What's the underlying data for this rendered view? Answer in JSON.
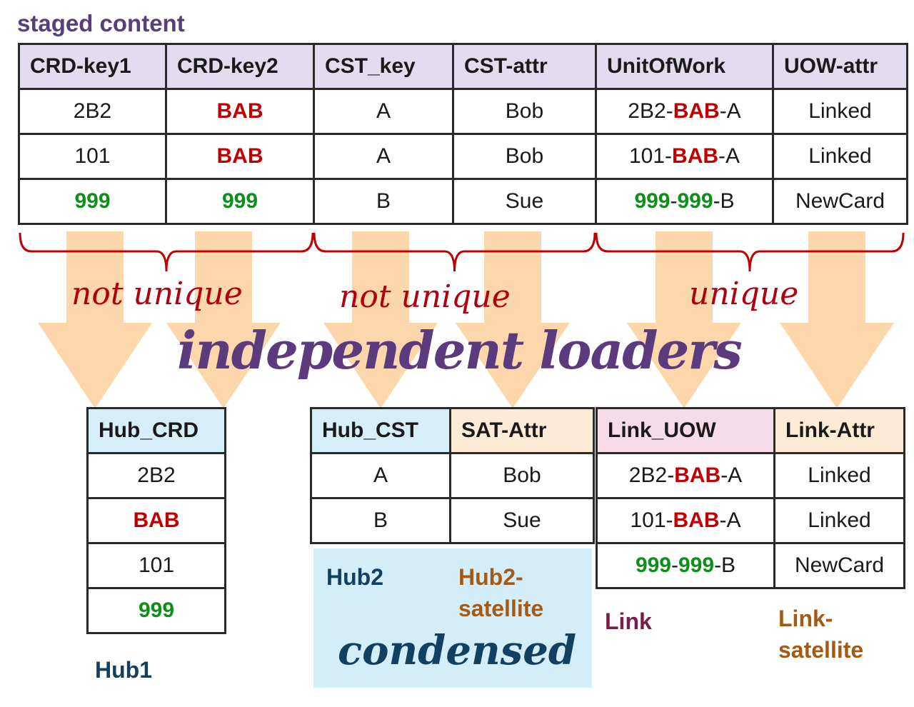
{
  "title": "staged content",
  "staged": {
    "headers": [
      "CRD-key1",
      "CRD-key2",
      "CST_key",
      "CST-attr",
      "UnitOfWork",
      "UOW-attr"
    ],
    "rows": [
      [
        {
          "t": "2B2"
        },
        {
          "t": "BAB",
          "c": "red"
        },
        {
          "t": "A"
        },
        {
          "t": "Bob"
        },
        {
          "parts": [
            [
              "2B2",
              ""
            ],
            [
              "-",
              ""
            ],
            [
              "BAB",
              "red"
            ],
            [
              "-A",
              ""
            ]
          ]
        },
        {
          "t": "Linked"
        }
      ],
      [
        {
          "t": "101"
        },
        {
          "t": "BAB",
          "c": "red"
        },
        {
          "t": "A"
        },
        {
          "t": "Bob"
        },
        {
          "parts": [
            [
              "101",
              ""
            ],
            [
              "-",
              ""
            ],
            [
              "BAB",
              "red"
            ],
            [
              "-A",
              ""
            ]
          ]
        },
        {
          "t": "Linked"
        }
      ],
      [
        {
          "t": "999",
          "c": "grn"
        },
        {
          "t": "999",
          "c": "grn"
        },
        {
          "t": "B"
        },
        {
          "t": "Sue"
        },
        {
          "parts": [
            [
              "999",
              "grn"
            ],
            [
              "-",
              ""
            ],
            [
              "999",
              "grn"
            ],
            [
              "-B",
              ""
            ]
          ]
        },
        {
          "t": "NewCard"
        }
      ]
    ]
  },
  "annotations": {
    "crd": "not unique",
    "cst": "not unique",
    "uow": "unique",
    "loaders": "independent loaders",
    "condensed": "condensed"
  },
  "hub_crd": {
    "header": "Hub_CRD",
    "rows": [
      {
        "t": "2B2"
      },
      {
        "t": "BAB",
        "c": "red"
      },
      {
        "t": "101"
      },
      {
        "t": "999",
        "c": "grn"
      }
    ],
    "label": "Hub1"
  },
  "hub_cst": {
    "headers": [
      "Hub_CST",
      "SAT-Attr"
    ],
    "rows": [
      [
        "A",
        "Bob"
      ],
      [
        "B",
        "Sue"
      ]
    ],
    "label": "Hub2",
    "sat_label_1": "Hub2-",
    "sat_label_2": "satellite"
  },
  "link": {
    "headers": [
      "Link_UOW",
      "Link-Attr"
    ],
    "rows": [
      [
        {
          "parts": [
            [
              "2B2",
              ""
            ],
            [
              "-",
              ""
            ],
            [
              "BAB",
              "red"
            ],
            [
              "-A",
              ""
            ]
          ]
        },
        {
          "t": "Linked"
        }
      ],
      [
        {
          "parts": [
            [
              "101",
              ""
            ],
            [
              "-",
              ""
            ],
            [
              "BAB",
              "red"
            ],
            [
              "-A",
              ""
            ]
          ]
        },
        {
          "t": "Linked"
        }
      ],
      [
        {
          "parts": [
            [
              "999",
              "grn"
            ],
            [
              "-",
              ""
            ],
            [
              "999",
              "grn"
            ],
            [
              "-B",
              ""
            ]
          ]
        },
        {
          "t": "NewCard"
        }
      ]
    ],
    "label": "Link",
    "sat_label_1": "Link-",
    "sat_label_2": "satellite"
  },
  "colors": {
    "arrow": "#fcd7ab",
    "brace": "#c00000",
    "loaders": "#5b3b7d"
  }
}
